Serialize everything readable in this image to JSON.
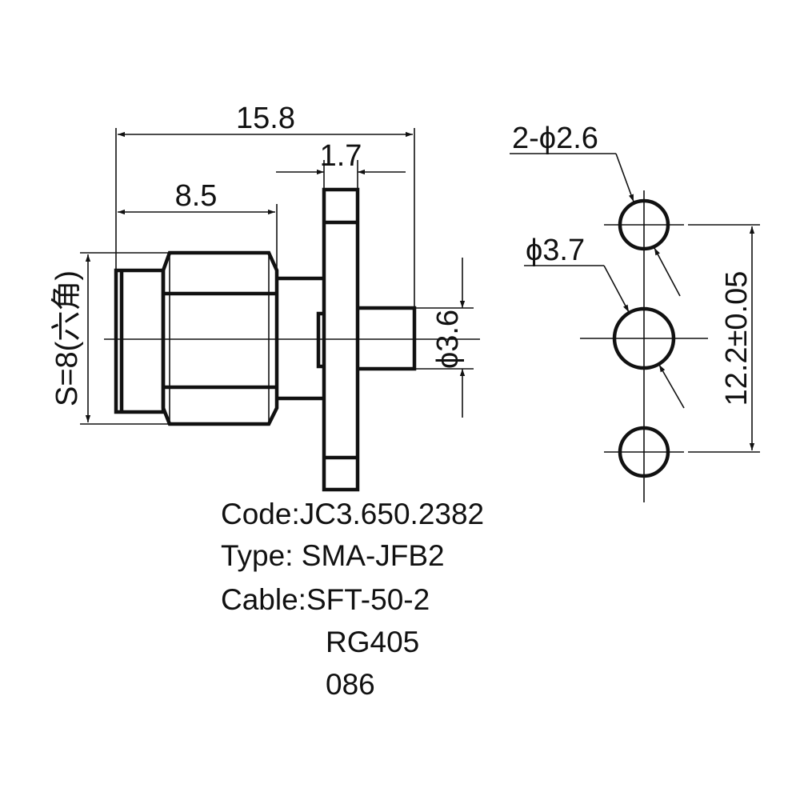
{
  "dimensions": {
    "overall_length": "15.8",
    "flange_thickness": "1.7",
    "hex_length": "8.5",
    "hex_size": "S=8(六角)",
    "pin_diameter": "ϕ3.6",
    "mount_hole_diameter": "2-ϕ2.6",
    "center_hole_diameter": "ϕ3.7",
    "hole_spacing": "12.2±0.05"
  },
  "specs": {
    "code": "Code:JC3.650.2382",
    "type": "Type: SMA-JFB2",
    "cable": "Cable:SFT-50-2",
    "cable_alt_1": "RG405",
    "cable_alt_2": "086"
  },
  "colors": {
    "line": "#111111",
    "background": "#ffffff"
  }
}
